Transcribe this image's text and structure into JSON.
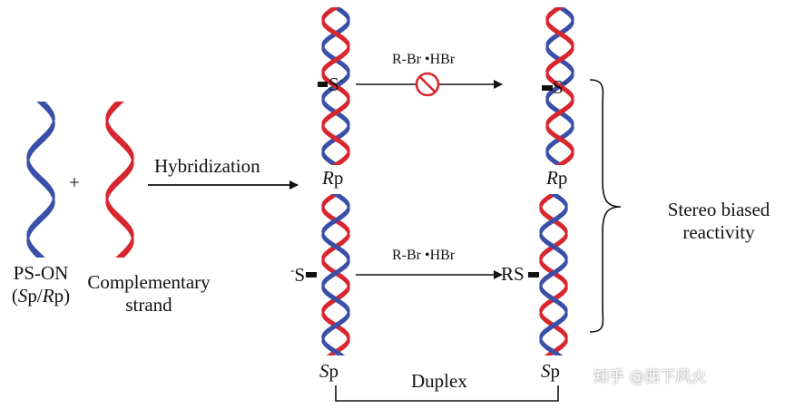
{
  "colors": {
    "blue": "#3a4fa8",
    "red": "#d8262f",
    "noreact": "#d8262f"
  },
  "labels": {
    "ps_on": "PS-ON",
    "ps_on_sp": "S",
    "ps_on_mid": "p/",
    "ps_on_rp": "R",
    "ps_on_end": "p)",
    "complementary": "Complementary",
    "strand": "strand",
    "plus": "+",
    "hybridization": "Hybridization",
    "reagent_top": "R-Br •HBr",
    "reagent_bottom": "R-Br •HBr",
    "s_minus_top": "S",
    "s_minus_top_sup": "-",
    "s_minus_right": "S",
    "s_minus_right_sup": "-",
    "minus_s_prefix": "-",
    "minus_s": "S",
    "rs": "RS",
    "rp_left_i": "R",
    "rp_left": "p",
    "sp_left_i": "S",
    "sp_left": "p",
    "rp_right_i": "R",
    "rp_right": "p",
    "sp_right_i": "S",
    "sp_right": "p",
    "stereo_line1": "Stereo biased",
    "stereo_line2": "reactivity",
    "duplex": "Duplex",
    "watermark": "知乎 @西下风火"
  }
}
